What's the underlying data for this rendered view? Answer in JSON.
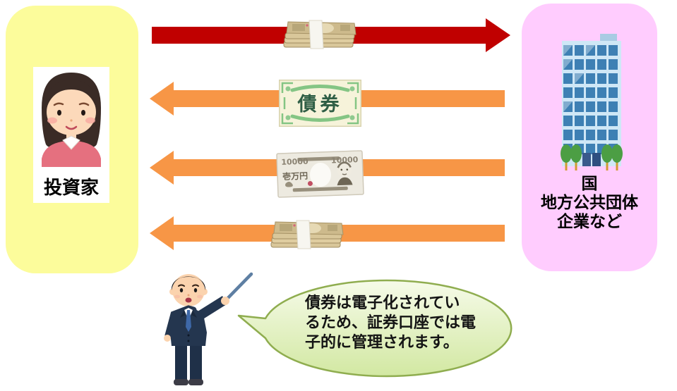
{
  "title": "bond-flow-diagram",
  "colors": {
    "background": "#FFFFFF",
    "investor_card_bg": "#FCFC9B",
    "issuer_card_bg": "#FFCCFE",
    "money_arrow": "#C00000",
    "return_arrow": "#F79646",
    "bubble_fill_top": "#F6FBE9",
    "bubble_fill_bottom": "#D2E8A2",
    "bubble_border": "#8FAD4F",
    "label_text": "#000000"
  },
  "investor_card": {
    "label": "投資家"
  },
  "issuer_card": {
    "lines": [
      "国",
      "地方公共団体",
      "企業など"
    ]
  },
  "items": {
    "bond_label": "債券",
    "banknote": {
      "value": "10000",
      "denomination": "壱万円"
    }
  },
  "speech_bubble": {
    "lines": [
      "債券は電子化されてい",
      "るため、証券口座では電",
      "子的に管理されます。"
    ]
  },
  "icons": {
    "investor": "woman-investor-icon",
    "issuer": "office-building-icon",
    "payment": "money-stack-icon",
    "bond": "bond-certificate-icon",
    "interest": "banknote-icon",
    "presenter": "presenter-man-icon"
  }
}
